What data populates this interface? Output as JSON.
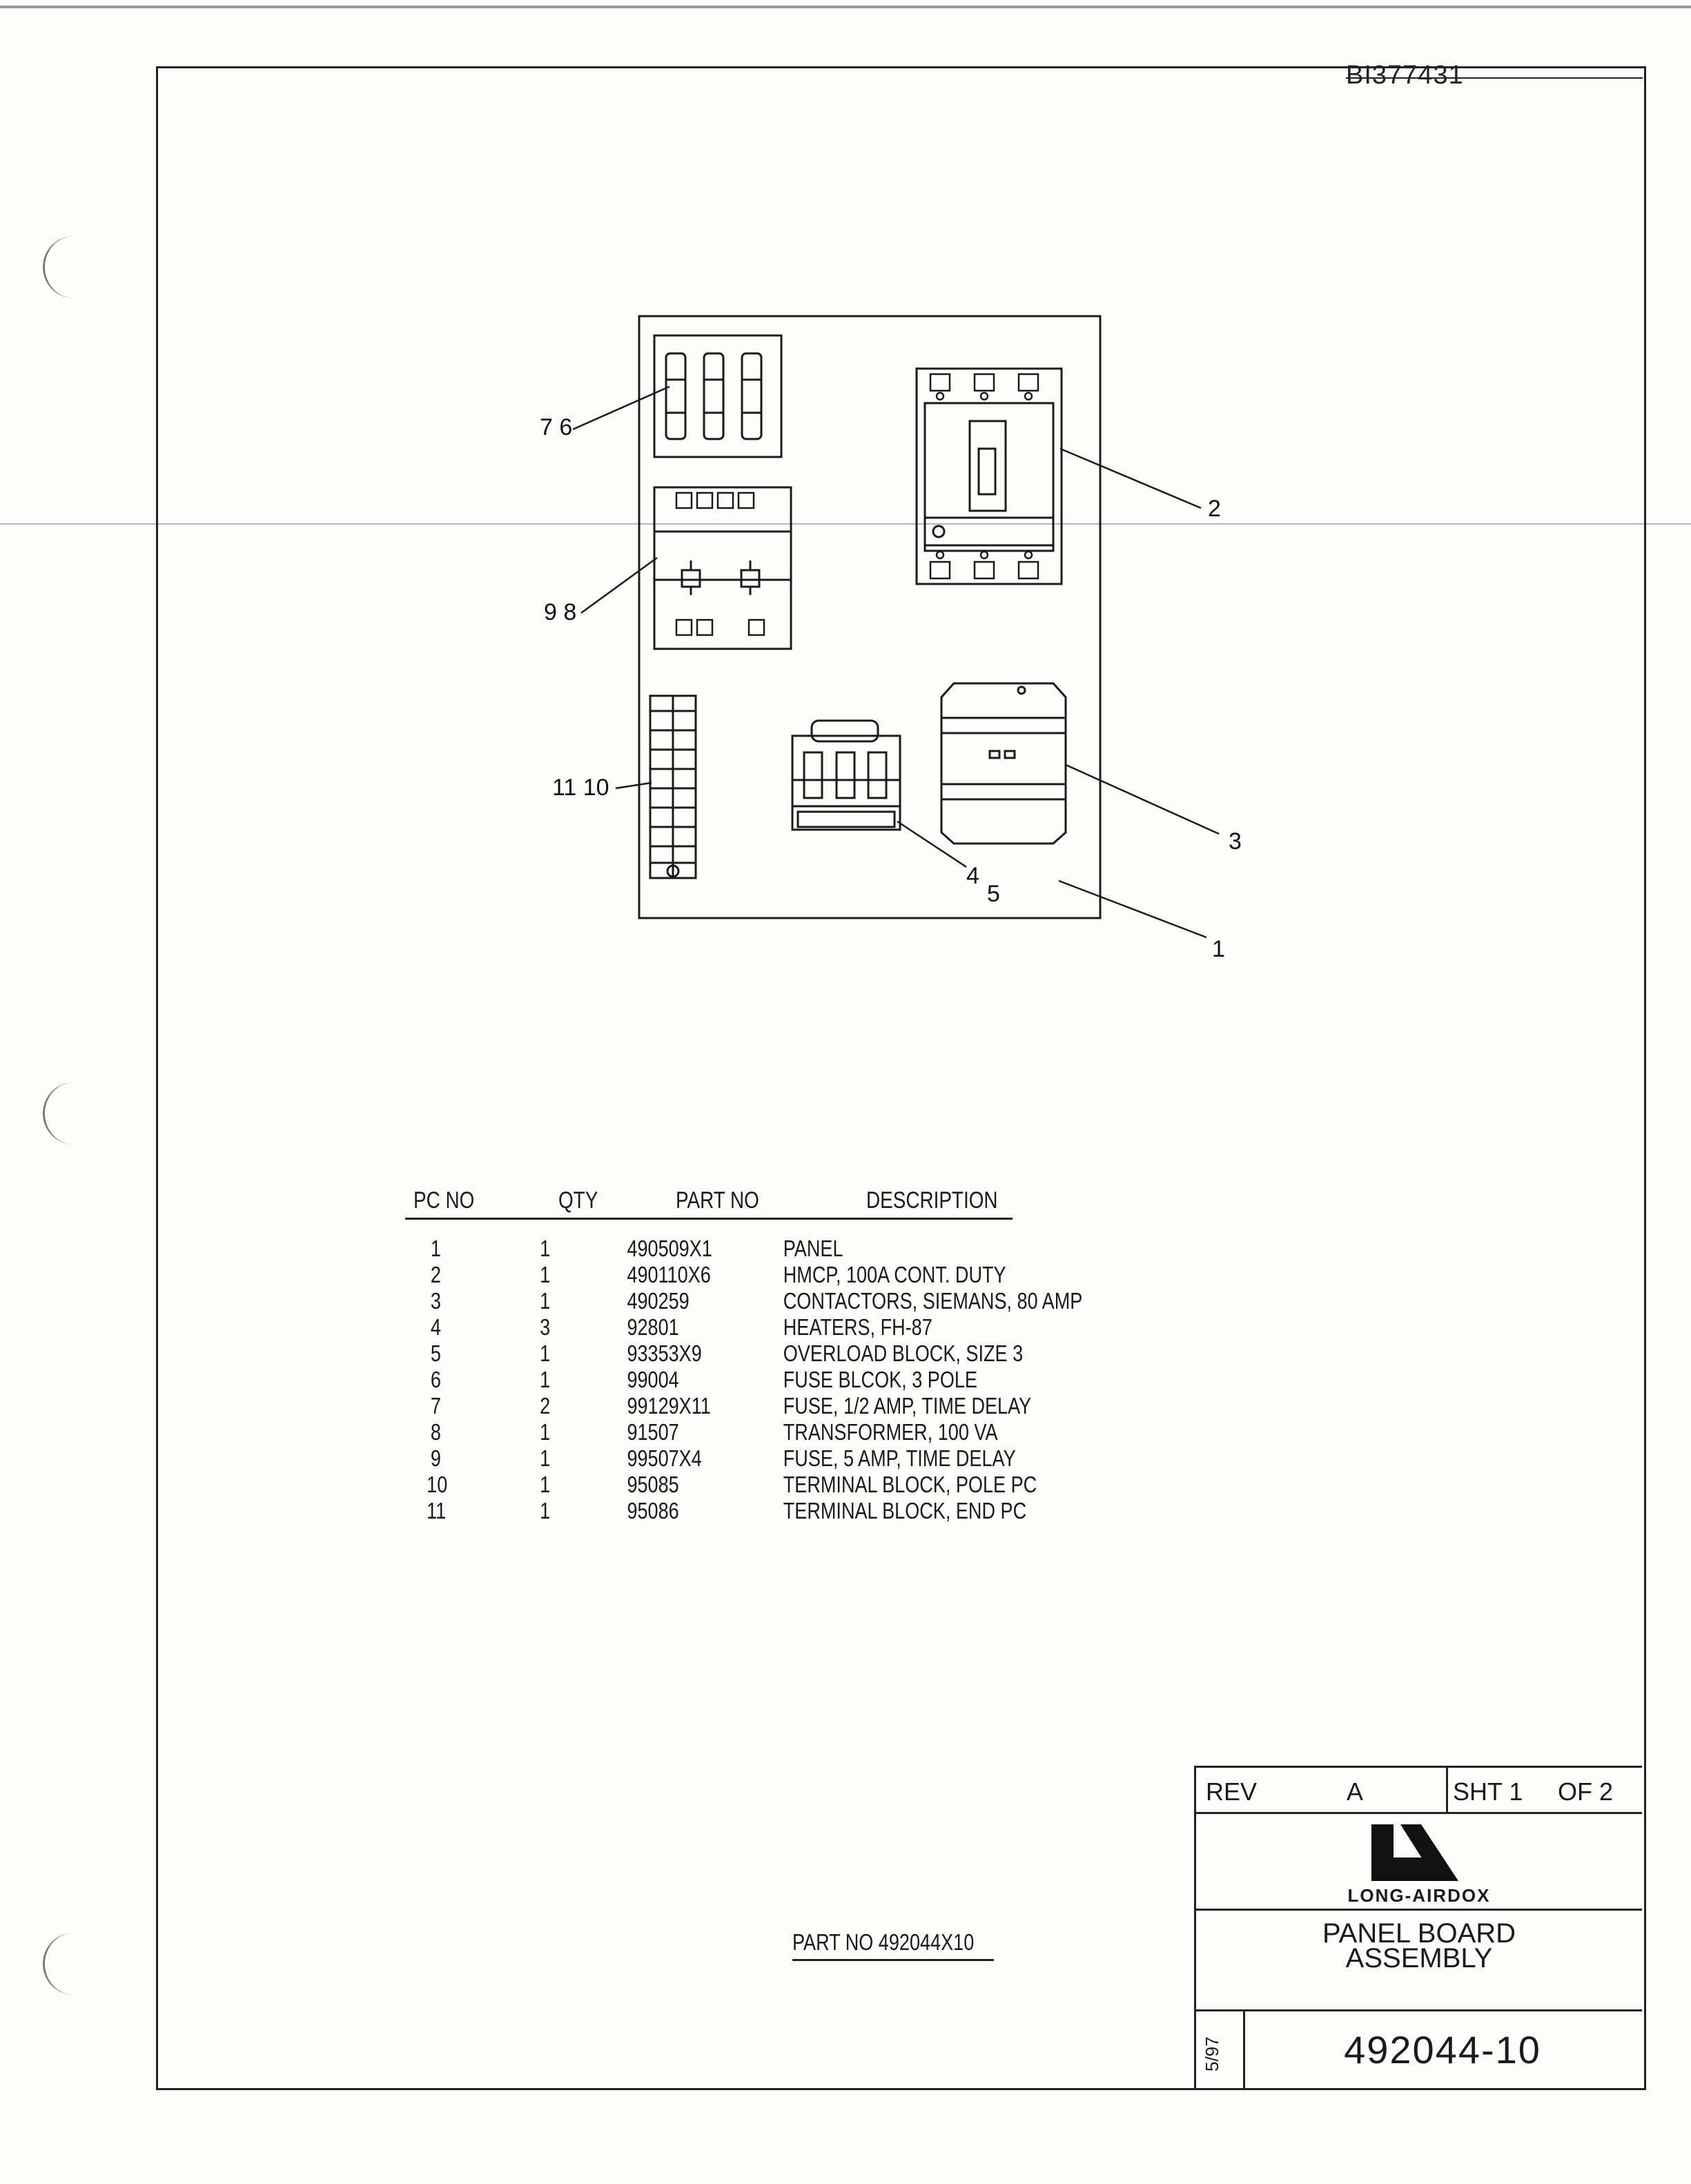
{
  "document": {
    "doc_id": "BI377431"
  },
  "callouts": [
    {
      "text": "7 6"
    },
    {
      "text": "2"
    },
    {
      "text": "9 8"
    },
    {
      "text": "11 10"
    },
    {
      "text": "3"
    },
    {
      "text": "4"
    },
    {
      "text": "5"
    },
    {
      "text": "1"
    }
  ],
  "bom": {
    "headers": {
      "pc_no": "PC NO",
      "qty": "QTY",
      "part_no": "PART NO",
      "description": "DESCRIPTION"
    },
    "rows": [
      {
        "pc_no": "1",
        "qty": "1",
        "part_no": "490509X1",
        "description": "PANEL"
      },
      {
        "pc_no": "2",
        "qty": "1",
        "part_no": "490110X6",
        "description": "HMCP, 100A CONT. DUTY"
      },
      {
        "pc_no": "3",
        "qty": "1",
        "part_no": "490259",
        "description": "CONTACTORS, SIEMANS, 80 AMP"
      },
      {
        "pc_no": "4",
        "qty": "3",
        "part_no": "92801",
        "description": "HEATERS, FH-87"
      },
      {
        "pc_no": "5",
        "qty": "1",
        "part_no": "93353X9",
        "description": "OVERLOAD BLOCK, SIZE 3"
      },
      {
        "pc_no": "6",
        "qty": "1",
        "part_no": "99004",
        "description": "FUSE BLCOK, 3 POLE"
      },
      {
        "pc_no": "7",
        "qty": "2",
        "part_no": "99129X11",
        "description": "FUSE, 1/2 AMP, TIME DELAY"
      },
      {
        "pc_no": "8",
        "qty": "1",
        "part_no": "91507",
        "description": "TRANSFORMER, 100 VA"
      },
      {
        "pc_no": "9",
        "qty": "1",
        "part_no": "99507X4",
        "description": "FUSE, 5 AMP, TIME DELAY"
      },
      {
        "pc_no": "10",
        "qty": "1",
        "part_no": "95085",
        "description": "TERMINAL BLOCK, POLE PC"
      },
      {
        "pc_no": "11",
        "qty": "1",
        "part_no": "95086",
        "description": "TERMINAL BLOCK, END PC"
      }
    ]
  },
  "part_no_label": "PART NO 492044X10",
  "title_block": {
    "rev_label": "REV",
    "rev_value": "A",
    "sheet": "SHT 1",
    "of": "OF 2",
    "company": "LONG-AIRDOX",
    "title_line1": "PANEL BOARD",
    "title_line2": "ASSEMBLY",
    "date": "5/97",
    "drawing_number": "492044-10"
  },
  "colors": {
    "ink": "#1a1a1a",
    "paper": "#fdfdfb"
  }
}
